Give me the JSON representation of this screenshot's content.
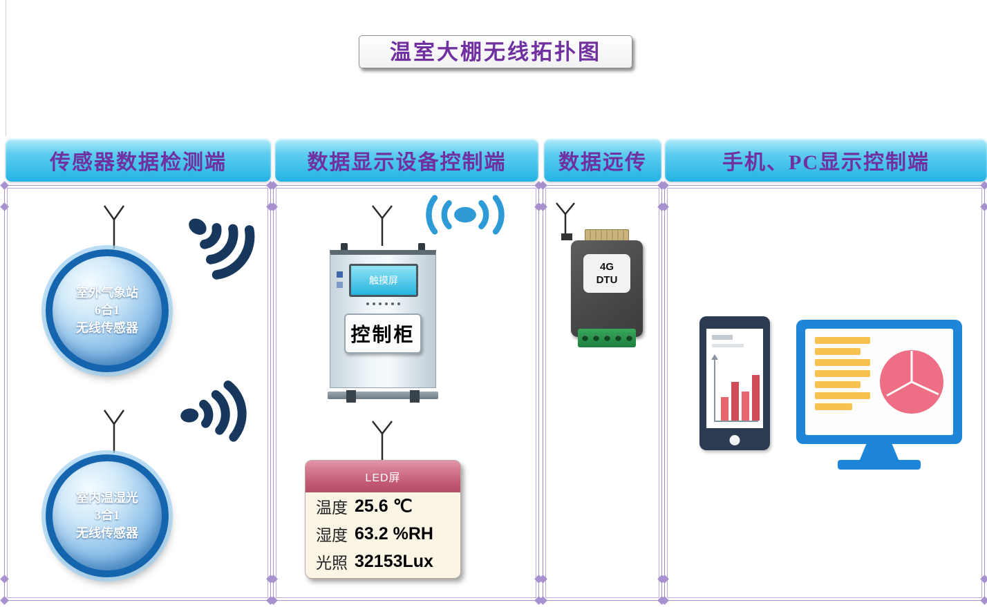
{
  "title": "温室大棚无线拓扑图",
  "columns": [
    {
      "header": "传感器数据检测端"
    },
    {
      "header": "数据显示设备控制端"
    },
    {
      "header": "数据远传"
    },
    {
      "header": "手机、PC显示控制端"
    }
  ],
  "sensors": {
    "outdoor": {
      "line1": "室外气象站",
      "line2": "6合1",
      "line3": "无线传感器"
    },
    "indoor": {
      "line1": "室内温湿光",
      "line2": "3合1",
      "line3": "无线传感器"
    }
  },
  "cabinet": {
    "screen": "触摸屏",
    "label": "控制柜"
  },
  "led_panel": {
    "header": "LED屏",
    "rows": [
      {
        "label": "温度",
        "value": "25.6 ℃"
      },
      {
        "label": "湿度",
        "value": "63.2 %RH"
      },
      {
        "label": "光照",
        "value": "32153Lux"
      }
    ]
  },
  "dtu": {
    "line1": "4G",
    "line2": "DTU"
  },
  "colors": {
    "title_purple": "#7030A0",
    "header_cyan": "#23B2E4",
    "frame_purple": "#A791CE",
    "sphere_blue": "#1565AE",
    "wave_navy": "#17375D",
    "wifi_blue": "#2E9BD6",
    "led_header_rose": "#C25874",
    "dtu_gray": "#474747",
    "terminal_green": "#2E9E4F",
    "monitor_blue": "#1E86D8",
    "chart_pink": "#EE6E85",
    "bar_yellow": "#F6C44E"
  }
}
